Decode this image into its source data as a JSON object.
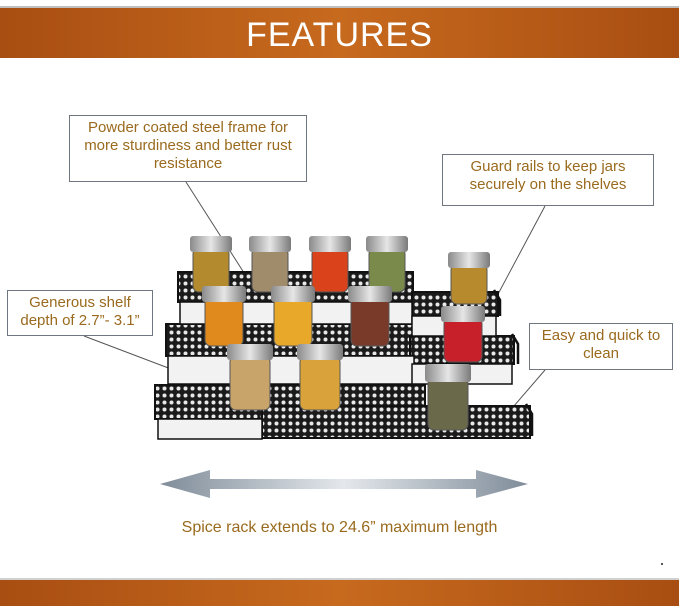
{
  "banner": {
    "title": "FEATURES"
  },
  "callouts": {
    "frame": "Powder coated steel frame for more sturdiness and better rust resistance",
    "guard": "Guard rails to keep jars securely on the shelves",
    "depth": "Generous shelf depth of 2.7”- 3.1”",
    "clean": "Easy and quick to clean"
  },
  "caption": "Spice rack extends to 24.6” maximum length",
  "colors": {
    "banner": "#b85c1a",
    "callout_text": "#9a6a1e",
    "callout_border": "#6e7680",
    "arrow": "#8e9aa6",
    "rack": "#1c1c1c"
  },
  "images": {
    "product": "spice-rack-with-jars-image",
    "arrow": "double-headed-arrow-icon"
  }
}
